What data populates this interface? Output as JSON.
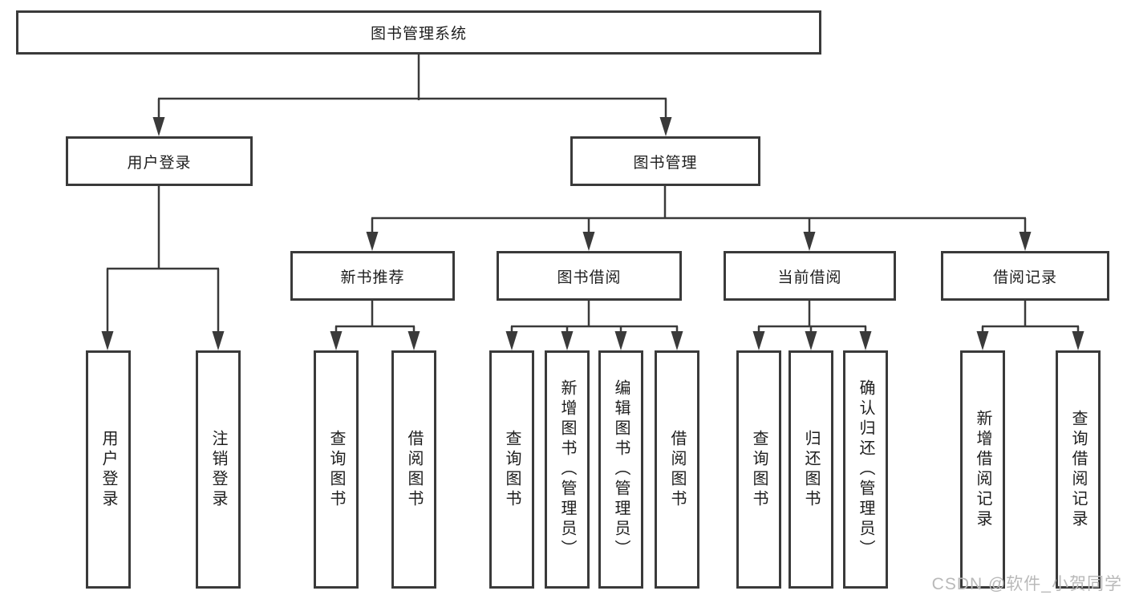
{
  "diagram_title": "图书管理系统",
  "tree": {
    "root": "图书管理系统",
    "branches": [
      {
        "label": "用户登录",
        "leaves": [
          "用户登录",
          "注销登录"
        ]
      },
      {
        "label": "图书管理",
        "groups": [
          {
            "label": "新书推荐",
            "leaves": [
              "查询图书",
              "借阅图书"
            ]
          },
          {
            "label": "图书借阅",
            "leaves": [
              "查询图书",
              "新增图书（管理员）",
              "编辑图书（管理员）",
              "借阅图书"
            ]
          },
          {
            "label": "当前借阅",
            "leaves": [
              "查询图书",
              "归还图书",
              "确认归还（管理员）"
            ]
          },
          {
            "label": "借阅记录",
            "leaves": [
              "新增借阅记录",
              "查询借阅记录"
            ]
          }
        ]
      }
    ]
  },
  "watermark": "CSDN @软件_小贺同学",
  "colors": {
    "line": "#3a3a3a",
    "box_border": "#3a3a3a",
    "text": "#1e1e1e",
    "background": "#ffffff",
    "watermark": "#b9b9b9"
  }
}
